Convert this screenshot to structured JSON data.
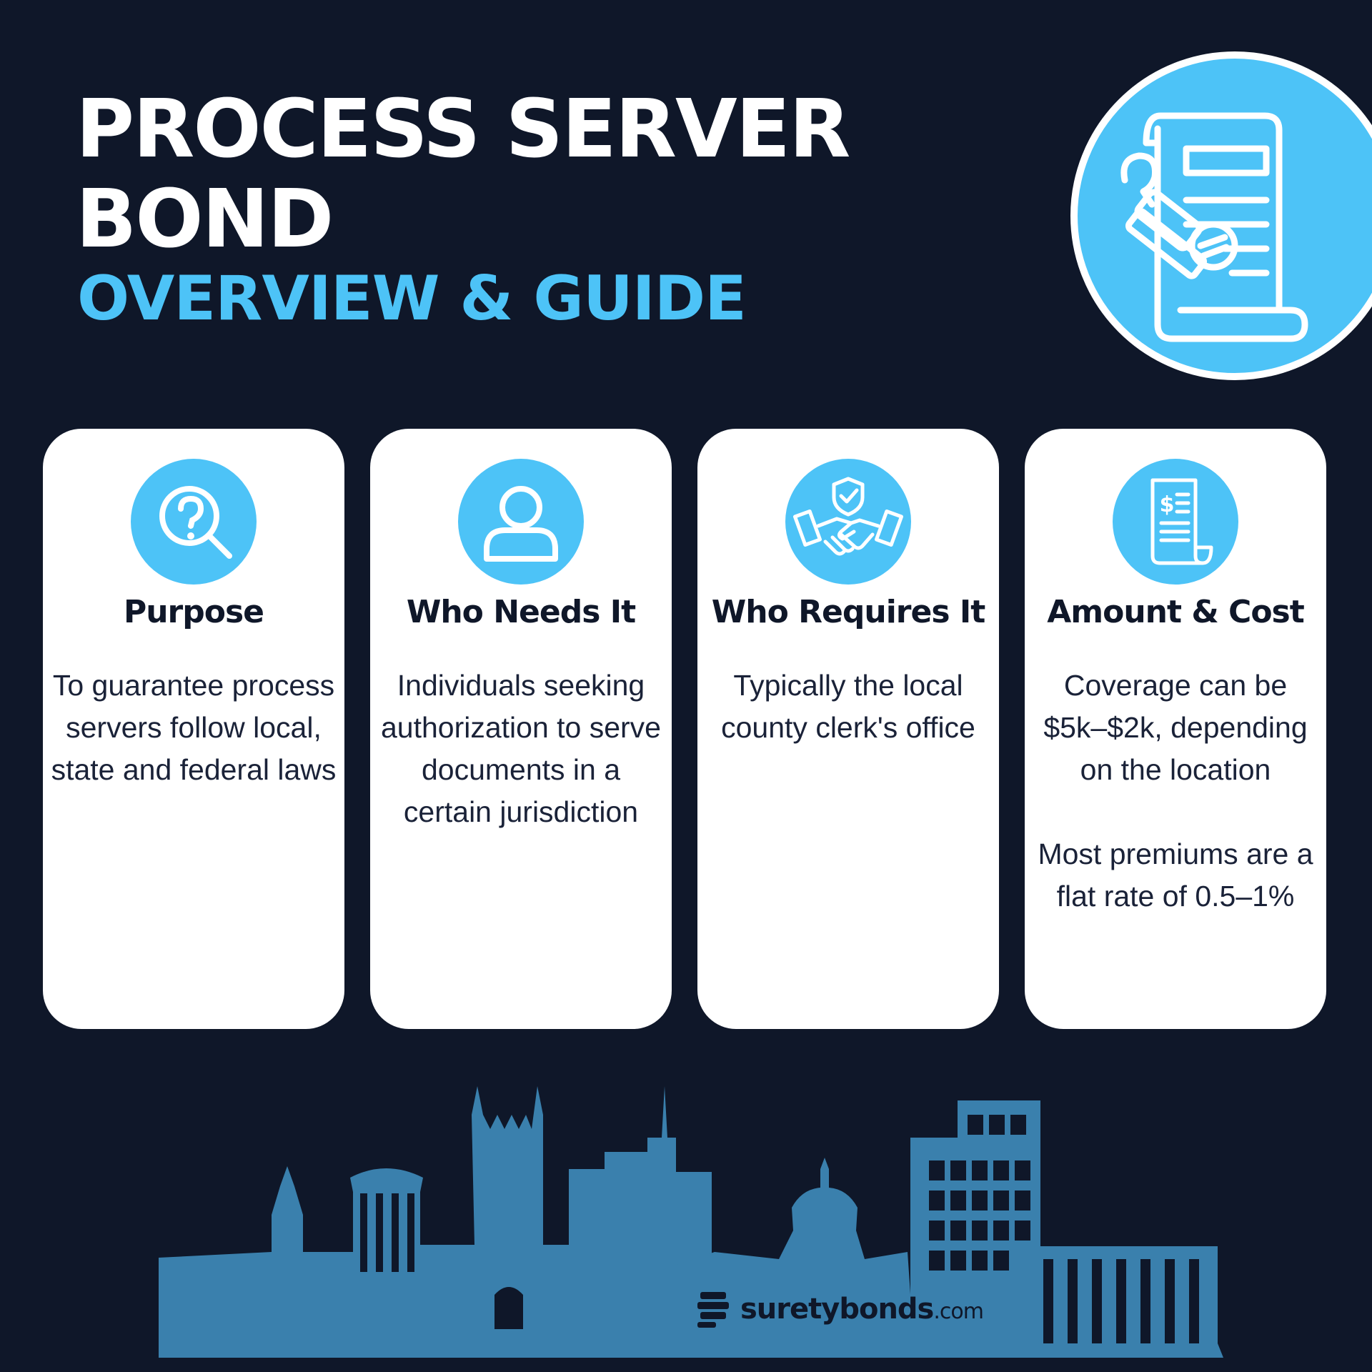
{
  "header": {
    "title_line1": "PROCESS SERVER",
    "title_line2": "BOND",
    "subtitle": "OVERVIEW & GUIDE"
  },
  "hero_icon": "legal-document-stamp-icon",
  "colors": {
    "background": "#0f1729",
    "accent": "#4dc3f7",
    "card": "#ffffff",
    "skyline": "#3a80ad"
  },
  "cards": [
    {
      "icon": "magnifier-question-icon",
      "title": "Purpose",
      "paragraphs": [
        "To guarantee process servers follow local, state and federal laws"
      ]
    },
    {
      "icon": "person-icon",
      "title": "Who Needs It",
      "paragraphs": [
        "Individuals seeking authorization to serve documents in a certain jurisdiction"
      ]
    },
    {
      "icon": "handshake-shield-icon",
      "title": "Who Requires It",
      "paragraphs": [
        "Typically the local county clerk's office"
      ]
    },
    {
      "icon": "invoice-dollar-icon",
      "title": "Amount & Cost",
      "paragraphs": [
        "Coverage can be $5k–$2k, depending on the location",
        "Most premiums are a flat rate of 0.5–1%"
      ]
    }
  ],
  "footer": {
    "brand_name": "suretybonds",
    "brand_suffix": ".com"
  }
}
